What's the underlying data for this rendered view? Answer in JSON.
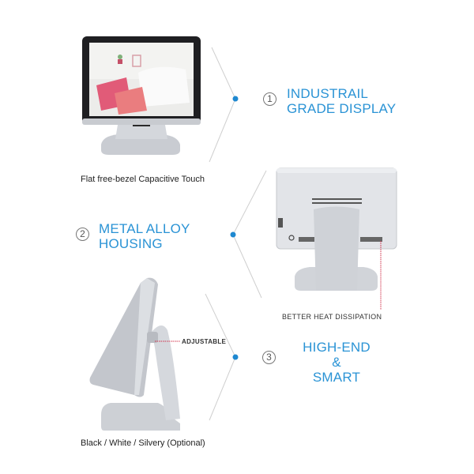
{
  "features": [
    {
      "number": "1",
      "title_line1": "INDUSTRAIL",
      "title_line2": "GRADE DISPLAY"
    },
    {
      "number": "2",
      "title_line1": "METAL ALLOY",
      "title_line2": "HOUSING"
    },
    {
      "number": "3",
      "title_line1": "HIGH-END",
      "title_line2": "&",
      "title_line3": "SMART"
    }
  ],
  "captions": {
    "front_view": "Flat free-bezel Capacitive Touch",
    "side_view": "Black / White / Silvery (Optional)",
    "rear_view_callout": "BETTER HEAT DISSIPATION",
    "hinge_callout": "ADJUSTABLE"
  },
  "colors": {
    "accent_blue": "#2a93d5",
    "callout_red": "#d0304a",
    "line_gray": "#c8c8c8",
    "device_silver": "#d9dbe0"
  }
}
